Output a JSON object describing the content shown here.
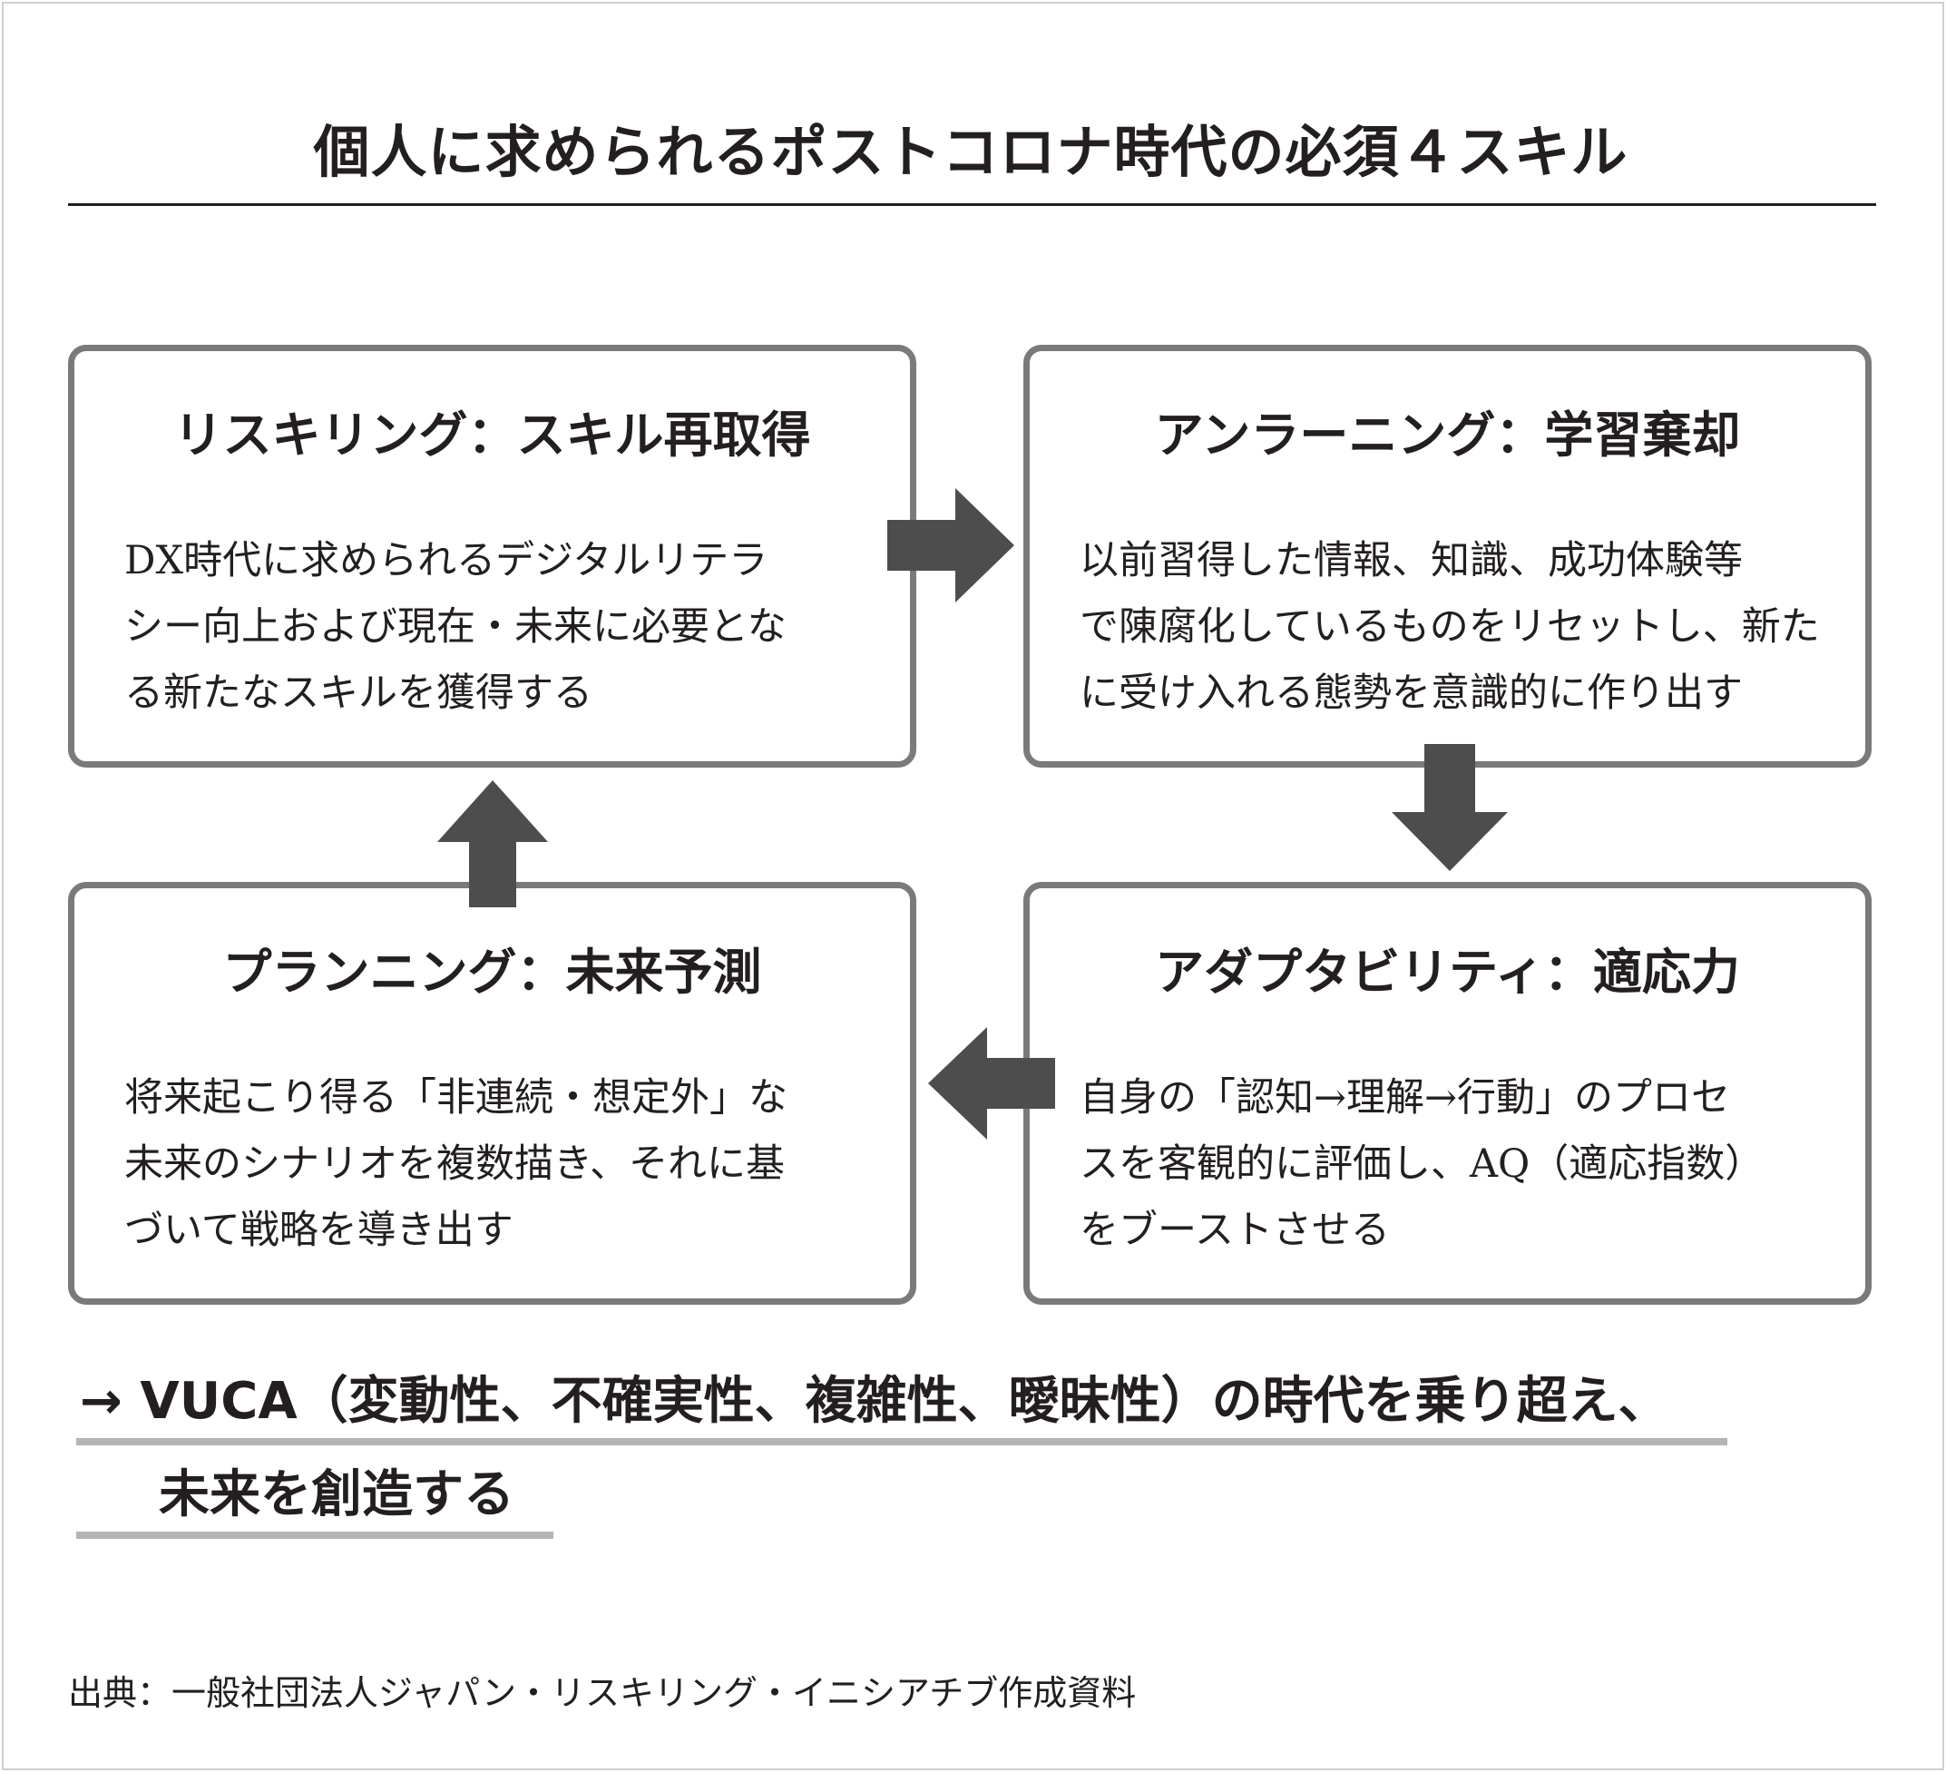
{
  "title": "個人に求められるポストコロナ時代の必須４スキル",
  "boxes": {
    "reskilling": {
      "title": "リスキリング：スキル再取得",
      "lines": [
        "DX時代に求められるデジタルリテラ",
        "シー向上および現在・未来に必要とな",
        "る新たなスキルを獲得する"
      ]
    },
    "unlearning": {
      "title": "アンラーニング：学習棄却",
      "lines": [
        "以前習得した情報、知識、成功体験等",
        "で陳腐化しているものをリセットし、新た",
        "に受け入れる態勢を意識的に作り出す"
      ]
    },
    "planning": {
      "title": "プランニング：未来予測",
      "lines": [
        "将来起こり得る「非連続・想定外」な",
        "未来のシナリオを複数描き、それに基",
        "づいて戦略を導き出す"
      ]
    },
    "adaptability": {
      "title": "アダプタビリティ：適応力",
      "lines": [
        "自身の「認知→理解→行動」のプロセ",
        "スを客観的に評価し、AQ（適応指数）",
        "をブーストさせる"
      ]
    }
  },
  "conclusion": {
    "line1": "→ VUCA（変動性、不確実性、複雑性、曖昧性）の時代を乗り超え、",
    "line2": "未来を創造する"
  },
  "source": "出典：一般社団法人ジャパン・リスキリング・イニシアチブ作成資料",
  "colors": {
    "box_border": "#7a7a7a",
    "arrow": "#4d4d4d",
    "text": "#231f20",
    "underline": "#b4b4b4"
  }
}
